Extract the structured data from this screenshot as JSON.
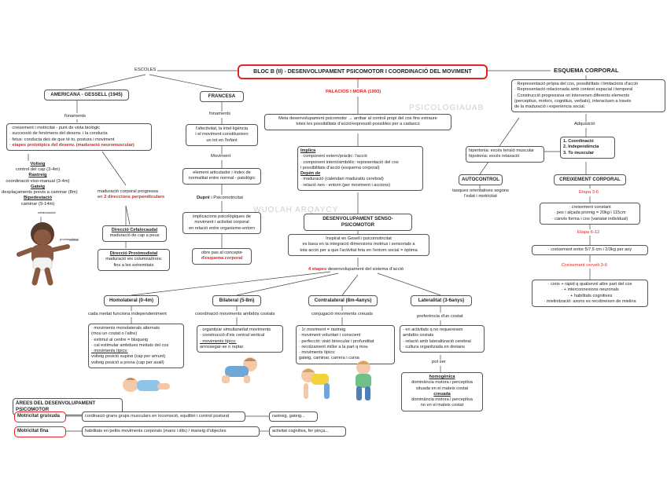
{
  "title": "BLOC B (II) - DESENVOLUPAMENT PSICOMOTOR I COORDINACIÓ DEL MOVIMENT",
  "escoles_label": "ESCOLES",
  "esquema": {
    "heading": "ESQUEMA CORPORAL",
    "box": [
      "· Representació pròpia del cos, possibilitats i limitacions d'acció",
      "· Representació relacionada amb context espacial i temporal",
      "· Construcció progressiva on intervenen diferents elements",
      "(perceptius, motors, cognitius, verbals), interactuen a través",
      "de la maduració i experiència social."
    ],
    "adquisicio": "Adquisició",
    "items": [
      "1. Coordinació",
      "2. Independència",
      "3. To muscular"
    ],
    "to_box": [
      "hipertonia: excés tensió muscular",
      "hipotonia: excés relaxació"
    ]
  },
  "autocontrol": {
    "label": "AUTOCONTROL",
    "text": [
      "tasques orientatives segons",
      "l'edat i motricitat"
    ]
  },
  "creixement": {
    "label": "CREIXEMENT CORPORAL",
    "etapa1": "Etapa 3-6",
    "box1": [
      "· creixement constant",
      "· pes i alçada promig = 20kg i 115cm",
      "· canvis forma i cos (variatat individual)"
    ],
    "etapa2": "Etapa 6-12",
    "box2": [
      "· creixement entre 5/7,5 cm i 2/3kg per any"
    ],
    "etapa3": "Creixement cerveli 3-6",
    "box3": [
      "· creix + ràpid q qualsevol altre part del cos",
      "· + interconnexions neuronals",
      "· + habilitats cognitives",
      "· mielinització: axons es recobreixen de mielina"
    ]
  },
  "americana": {
    "label": "AMERICANA - GESSELL (1945)",
    "fonaments": "fonaments",
    "box": [
      "· creixement i motricitat - punt de vista biològic",
      "· successió de fenòmens del desenv. i la conducta",
      "· fetus: conducta des de que té to, postura i moviment",
      "· etapes prototípics del desenv. (maduració neuromuscular)"
    ],
    "fites": [
      "Volteig",
      "control del cap (3-4m)",
      "Rastreig",
      "coordinació viso-manual (3-4m)",
      "Gateig",
      "desplaçaments previs a caminar (8m)",
      "Bipedestació",
      "caminar (9-14m)"
    ],
    "maduracio": "maduració corporal progressa",
    "direccions_prefix": "en ",
    "direccions": "2 direccions perpendiculars",
    "cefalocaudal_title": "Direcció Cefalocaudal",
    "cefalocaudal": "maduració de cap a peus",
    "proximodistal_title": "Direcció Proximodistal",
    "proximodistal": [
      "maduració eix columna/tronc",
      "fins a les extremitats"
    ],
    "baby_label1": "cefalocaudal",
    "baby_label2": "proximodistal"
  },
  "francesa": {
    "label": "FRANCESA",
    "fonaments": "fonaments",
    "box1": [
      "l'afectivitat, la intel·ligència",
      "i el moviment constitueixen",
      "un tot en l'infant"
    ],
    "moviment": "Moviment",
    "box2": [
      "element articulador i índex de",
      "normalitat entre normal - patològic"
    ],
    "dupre_bold": "Dupré",
    "dupre_rest": " i Psicomotricitat",
    "box3": [
      "implicacions psicològiques de",
      "moviment i activitat corporal",
      "en relació entre organisme-entorn"
    ],
    "box4_a": "obre pas al concepte",
    "box4_b_prefix": "d'",
    "box4_b": "esquema corporal"
  },
  "palacios": {
    "label": "PALACIOS I MORA (1993)",
    "box": [
      "Meta desenvolupament psicomotor → arribar al control propi del cos fins extraure",
      "totes les possibilitats d'acció/expressió possibles per a cadascú"
    ],
    "implica_title": "Implica",
    "implica": [
      "· component extern/pràctic: l'acció",
      "· component intern/simbòlic: representació del cos",
      "  i possibilitats d'acció (esquema corporal)"
    ],
    "depen_title": "Depèn de",
    "depen": [
      "· maduració (calendari maduratiu cerebral)",
      "· relació nen - entorn (per moviment i accions)"
    ]
  },
  "senso": {
    "label": "DESENVOLUPAMENT SENSO-PSICOMOTOR",
    "box": [
      "Inspirat en Gesell i psicomotricitat",
      "es basa en la integració dimensions motrius i sensorials a",
      "tota acció per a que l'activitat feta en l'entorn social = òptima"
    ],
    "etapes_red": "4 etapes",
    "etapes_rest": " desenvolupament del sistema d'acció"
  },
  "stages": [
    {
      "label": "Homolateral (0-4m)",
      "sub": "cada meitat funciona independentment",
      "box": [
        "· moviments monolaterals alternats",
        "  (mou un costat o l'altre)",
        "· estímul al centre = bloqueig",
        "· cal estimular ambdues meitats del cos",
        "· moviments típics:",
        "  volteig posició supina (cap per amunt)",
        "  volteig posició a prona (cap per avall)"
      ]
    },
    {
      "label": "Bilateral (5-8m)",
      "sub": "coordinació moviments ambdós costats",
      "box": [
        "· organitzar simultaneïtat moviments",
        "· construcció d'eix central vertical",
        "· moviments típics:",
        "  arrossegar-se o reptar"
      ]
    },
    {
      "label": "Contralateral (8m-4anys)",
      "sub": "conjugació moviments creuats",
      "box": [
        "· 1r moviment = rastreig",
        "· moviment voluntari i conscient",
        "· perfecció: visió binocular i profunditat",
        "· recolzament millor a la part q mou",
        "· moviments típics:",
        "  gateig, caminar, carrera i cursa"
      ]
    },
    {
      "label": "Lateralitat (3-6anys)",
      "sub": "preferència d'un costat",
      "box": [
        "· en activitats q no requereixen",
        "  ambdós costats",
        "· relació amb lateralització cerebral",
        "· cultura organitzada en dretans"
      ],
      "pot_ser": "pot ser",
      "box2": [
        "homogènica",
        "dominància motora i perceptiva",
        "situada en el mateix costat",
        "creuada",
        "dominància motora i perceptiva",
        "no en el mateix costat"
      ]
    }
  ],
  "arees": {
    "label": "ÀREES DEL DESENVOLUPAMENT PSICOMOTOR",
    "grossa_tag": "Motricitat gruixuda",
    "grossa_text": "cordinació grans grups musculars en locomoció, equilibri i control postural",
    "grossa_ex": "rastreig, gateig...",
    "fina_tag": "Motricitat fina",
    "fina_text": "habilitats en petits moviments corporals (mans i dits) / maneig d'objectes",
    "fina_ex": "activitat cognitiva, fer pinça..."
  },
  "watermarks": [
    "PSICOLOGIAUAB",
    "WUOLAH   ARQAYCY"
  ]
}
